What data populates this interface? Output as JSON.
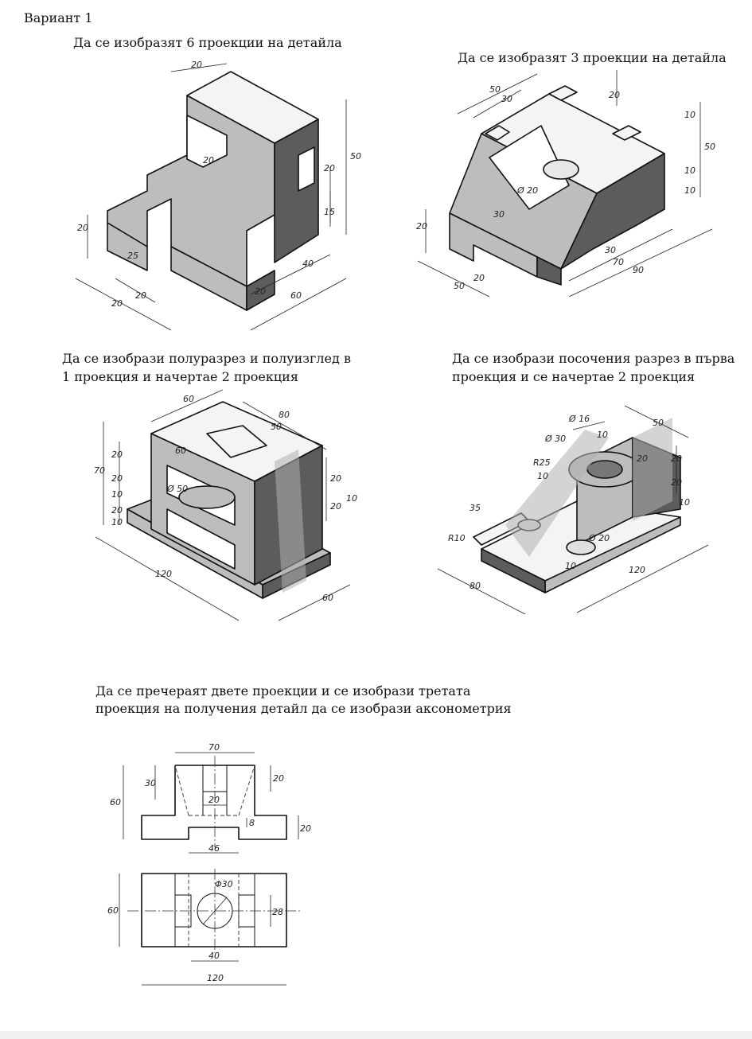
{
  "header": {
    "title": "Вариант 1"
  },
  "tasks": [
    {
      "text": "Да се изобразят 6 проекции на детайла",
      "dims": [
        "20",
        "20",
        "50",
        "20",
        "15",
        "20",
        "20",
        "20",
        "25",
        "40",
        "20",
        "60"
      ]
    },
    {
      "text": "Да се изобразят 3 проекции на детайла",
      "dims": [
        "50",
        "30",
        "20",
        "10",
        "50",
        "10",
        "10",
        "20",
        "Ø 20",
        "30",
        "30",
        "20",
        "70",
        "50",
        "90"
      ]
    },
    {
      "line1": "Да се изобрази  полуразрез  и полуизглед в",
      "line2": "1 проекция и начертае 2 проекция",
      "dims": [
        "60",
        "80",
        "50",
        "60",
        "20",
        "70",
        "20",
        "10",
        "20",
        "10",
        "Ø 50",
        "20",
        "20",
        "10",
        "120",
        "60"
      ]
    },
    {
      "line1": "Да се изобрази посочения разрез в първа",
      "line2": "проекция и се начертае 2 проекция",
      "dims": [
        "Ø 16",
        "Ø 30",
        "10",
        "50",
        "R25",
        "10",
        "20",
        "20",
        "20",
        "10",
        "35",
        "R10",
        "Ø 20",
        "10",
        "80",
        "120"
      ]
    },
    {
      "line1": "Да се пречераят двете проекции и се изобрази третата",
      "line2": "проекция на получения детайл да се изобрази аксонометрия",
      "front_dims": [
        "70",
        "30",
        "20",
        "60",
        "20",
        "8",
        "20",
        "46"
      ],
      "top_dims": [
        "Φ30",
        "60",
        "28",
        "40",
        "120"
      ]
    }
  ]
}
